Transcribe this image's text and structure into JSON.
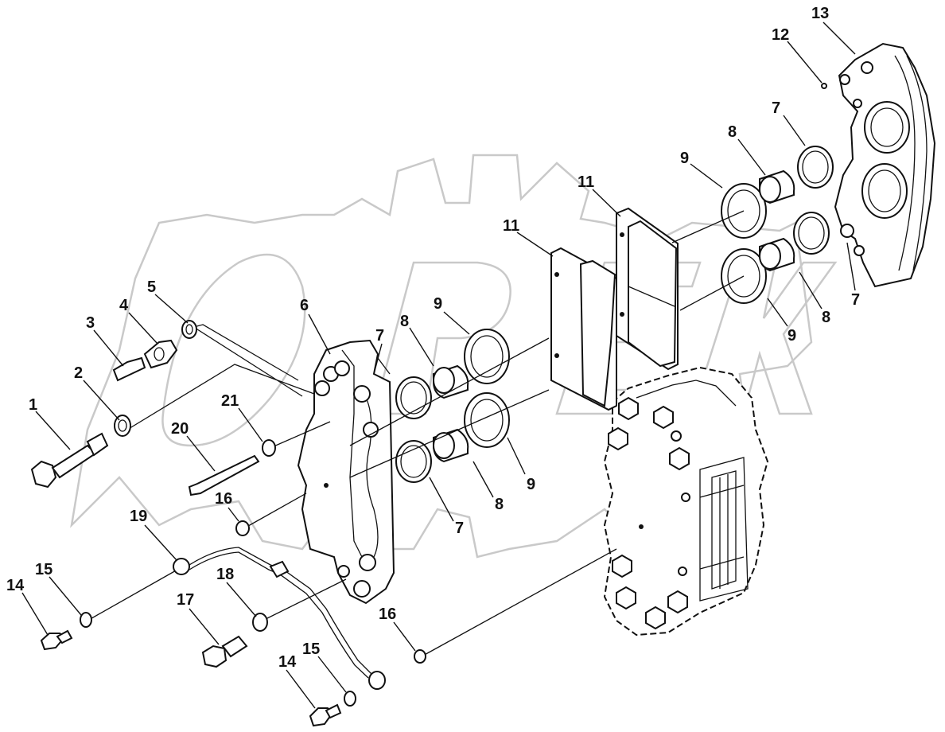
{
  "diagram": {
    "callouts": [
      {
        "id": "c1",
        "text": "1"
      },
      {
        "id": "c2",
        "text": "2"
      },
      {
        "id": "c3",
        "text": "3"
      },
      {
        "id": "c4",
        "text": "4"
      },
      {
        "id": "c5",
        "text": "5"
      },
      {
        "id": "c6",
        "text": "6"
      },
      {
        "id": "c7a",
        "text": "7"
      },
      {
        "id": "c8a",
        "text": "8"
      },
      {
        "id": "c9a",
        "text": "9"
      },
      {
        "id": "c11a",
        "text": "11"
      },
      {
        "id": "c11b",
        "text": "11"
      },
      {
        "id": "c9b",
        "text": "9"
      },
      {
        "id": "c8b",
        "text": "8"
      },
      {
        "id": "c7b",
        "text": "7"
      },
      {
        "id": "c12",
        "text": "12"
      },
      {
        "id": "c13",
        "text": "13"
      },
      {
        "id": "c7c",
        "text": "7"
      },
      {
        "id": "c8c",
        "text": "8"
      },
      {
        "id": "c9c",
        "text": "9"
      },
      {
        "id": "c9d",
        "text": "9"
      },
      {
        "id": "c8d",
        "text": "8"
      },
      {
        "id": "c7d",
        "text": "7"
      },
      {
        "id": "c21",
        "text": "21"
      },
      {
        "id": "c20",
        "text": "20"
      },
      {
        "id": "c16a",
        "text": "16"
      },
      {
        "id": "c19",
        "text": "19"
      },
      {
        "id": "c15a",
        "text": "15"
      },
      {
        "id": "c14a",
        "text": "14"
      },
      {
        "id": "c18",
        "text": "18"
      },
      {
        "id": "c17",
        "text": "17"
      },
      {
        "id": "c16b",
        "text": "16"
      },
      {
        "id": "c15b",
        "text": "15"
      },
      {
        "id": "c14b",
        "text": "14"
      }
    ]
  }
}
